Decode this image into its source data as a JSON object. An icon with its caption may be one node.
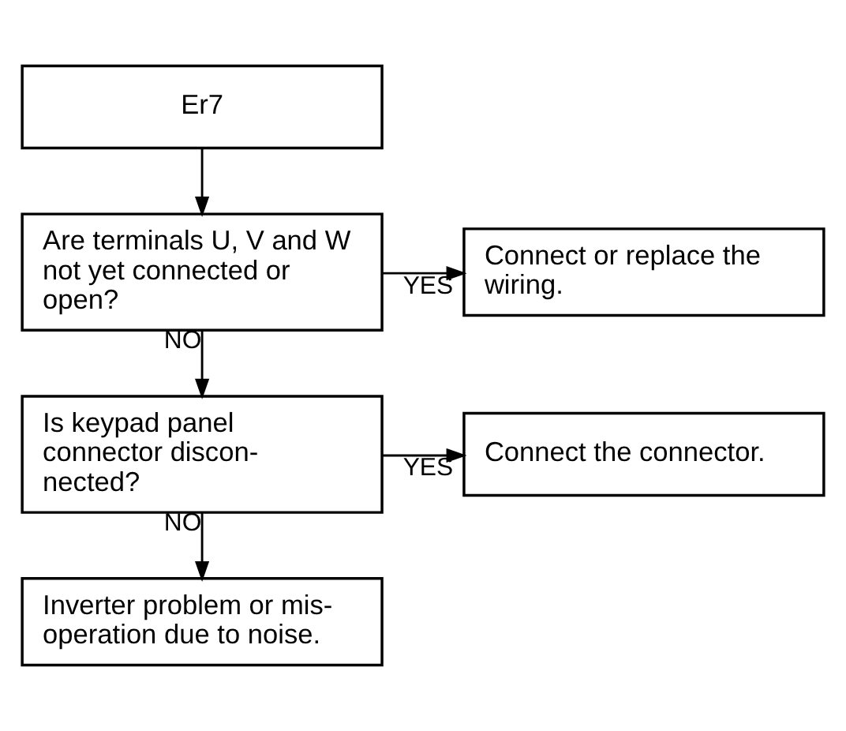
{
  "diagram": {
    "nodes": [
      {
        "text": [
          "Er7"
        ]
      },
      {
        "text": [
          "Are terminals U, V and W not yet connected or open?"
        ]
      },
      {
        "text": [
          "Connect or replace the wiring."
        ]
      },
      {
        "text": [
          "Is keypad panel connector discon- nected?"
        ]
      },
      {
        "text": [
          "Connect the connector."
        ]
      },
      {
        "text": [
          "Inverter problem or mis- operation due to noise."
        ]
      }
    ],
    "edges": [
      {
        "from": 0,
        "to": 1,
        "arrow": "to"
      },
      {
        "from": 1,
        "to": 2,
        "arrow": "to",
        "label": "YES"
      },
      {
        "from": 1,
        "to": 3,
        "arrow": "to",
        "label": "NO"
      },
      {
        "from": 3,
        "to": 4,
        "arrow": "to",
        "label": "YES"
      },
      {
        "from": 3,
        "to": 5,
        "arrow": "to",
        "label": "NO"
      }
    ]
  }
}
